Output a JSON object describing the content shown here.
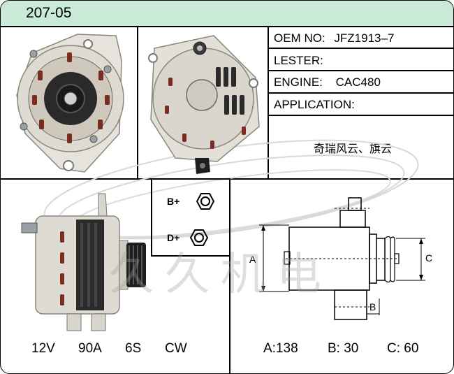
{
  "header": {
    "code": "207-05"
  },
  "info": {
    "oem": {
      "label": "OEM NO:",
      "value": "JFZ1913–7"
    },
    "lester": {
      "label": "LESTER:",
      "value": ""
    },
    "engine": {
      "label": "ENGINE:",
      "value": "CAC480"
    },
    "application": {
      "label": "APPLICATION:",
      "value": "奇瑞风云、旗云"
    }
  },
  "terminals": {
    "b_plus": "B+",
    "d_plus": "D+"
  },
  "specs": {
    "voltage": "12V",
    "current": "90A",
    "pulley": "6S",
    "rotation": "CW"
  },
  "dimensions": {
    "a": "A:138",
    "b": "B: 30",
    "c": "C: 60",
    "labels": {
      "a": "A",
      "b": "B",
      "c": "C"
    }
  },
  "watermark": "久久机电"
}
